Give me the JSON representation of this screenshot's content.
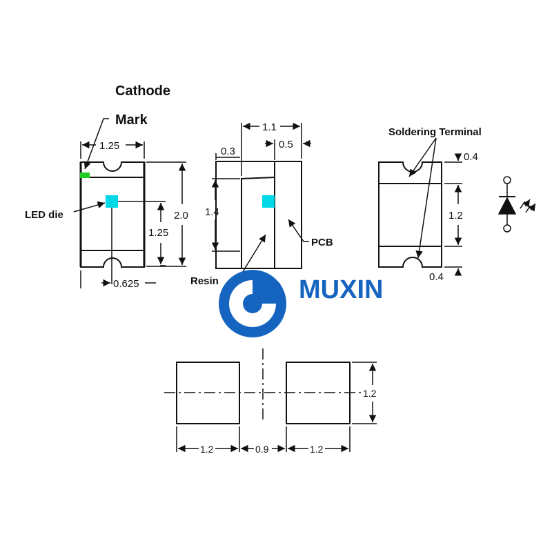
{
  "labels": {
    "cathode": "Cathode",
    "mark": "Mark",
    "led_die": "LED die",
    "resin": "Resin",
    "pcb": "PCB",
    "soldering_terminal": "Soldering Terminal"
  },
  "dims": {
    "top_width": "1.25",
    "top_height": "2.0",
    "die_offset_y": "1.25",
    "die_offset_x": "0.625",
    "side_width": "1.1",
    "resin_offset": "0.3",
    "pcb_thickness": "0.5",
    "side_height": "1.4",
    "terminal_top": "0.4",
    "terminal_span": "1.2",
    "terminal_bottom": "0.4",
    "pad_width_left": "1.2",
    "pad_gap": "0.9",
    "pad_width_right": "1.2",
    "pad_height": "1.2"
  },
  "logo": {
    "text": "MUXIN",
    "color": "#1565c0"
  },
  "colors": {
    "cathode_mark": "#22cc22",
    "led_die": "#00d8e8"
  }
}
